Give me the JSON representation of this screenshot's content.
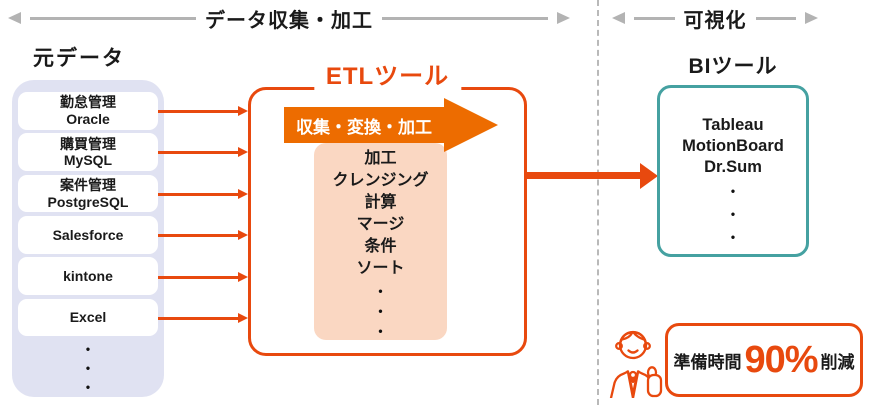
{
  "phase_headers": {
    "collection": "データ収集・加工",
    "visualization": "可視化"
  },
  "source": {
    "title": "元データ",
    "items": [
      {
        "line1": "勤怠管理",
        "line2": "Oracle"
      },
      {
        "line1": "購買管理",
        "line2": "MySQL"
      },
      {
        "line1": "案件管理",
        "line2": "PostgreSQL"
      },
      {
        "line1": "Salesforce"
      },
      {
        "line1": "kintone"
      },
      {
        "line1": "Excel"
      }
    ],
    "dots": [
      "•",
      "•",
      "•"
    ]
  },
  "etl": {
    "title": "ETLツール",
    "banner": "収集・変換・加工",
    "operations": [
      "加工",
      "クレンジング",
      "計算",
      "マージ",
      "条件",
      "ソート"
    ],
    "dots": [
      "•",
      "•",
      "•"
    ]
  },
  "bi": {
    "title": "BIツール",
    "tools": [
      "Tableau",
      "MotionBoard",
      "Dr.Sum"
    ],
    "dots": [
      "•",
      "•",
      "•"
    ]
  },
  "badge": {
    "prefix": "準備時間",
    "value": "90%",
    "suffix": "削減"
  },
  "colors": {
    "primary": "#e8490e",
    "banner": "#ed6c00",
    "peach": "#fad7c2",
    "lavender": "#e0e2f2",
    "teal": "#45a1a1",
    "gray": "#b3b3b3"
  }
}
